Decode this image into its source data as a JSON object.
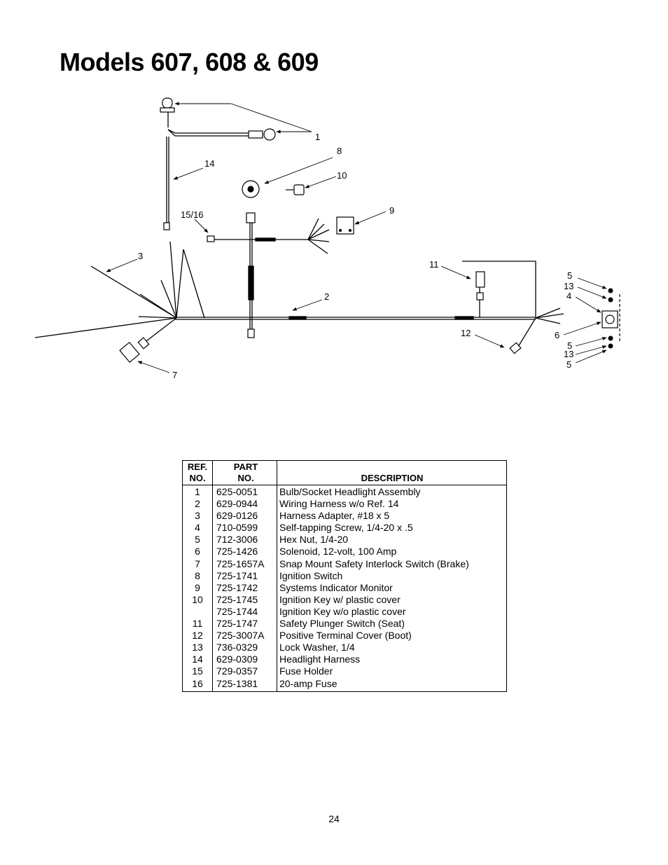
{
  "title": "Models 607, 608 & 609",
  "diagram": {
    "callouts": [
      "1",
      "8",
      "10",
      "14",
      "15/16",
      "9",
      "3",
      "11",
      "2",
      "5",
      "13",
      "4",
      "6",
      "12",
      "5",
      "13",
      "5",
      "7"
    ]
  },
  "table": {
    "headers": {
      "ref_line1": "REF.",
      "ref_line2": "NO.",
      "part_line1": "PART",
      "part_line2": "NO.",
      "description": "DESCRIPTION"
    },
    "rows": [
      {
        "ref": "1",
        "part": "625-0051",
        "description": "Bulb/Socket Headlight Assembly"
      },
      {
        "ref": "2",
        "part": "629-0944",
        "description": "Wiring Harness w/o Ref. 14"
      },
      {
        "ref": "3",
        "part": "629-0126",
        "description": "Harness Adapter, #18 x 5"
      },
      {
        "ref": "4",
        "part": "710-0599",
        "description": "Self-tapping Screw, 1/4-20 x .5"
      },
      {
        "ref": "5",
        "part": "712-3006",
        "description": "Hex Nut, 1/4-20"
      },
      {
        "ref": "6",
        "part": "725-1426",
        "description": "Solenoid, 12-volt, 100 Amp"
      },
      {
        "ref": "7",
        "part": "725-1657A",
        "description": "Snap Mount Safety Interlock Switch (Brake)"
      },
      {
        "ref": "8",
        "part": "725-1741",
        "description": "Ignition Switch"
      },
      {
        "ref": "9",
        "part": "725-1742",
        "description": "Systems Indicator Monitor"
      },
      {
        "ref": "10",
        "part": "725-1745",
        "description": "Ignition Key w/ plastic cover"
      },
      {
        "ref": "",
        "part": "725-1744",
        "description": "Ignition Key w/o plastic cover"
      },
      {
        "ref": "11",
        "part": "725-1747",
        "description": "Safety Plunger Switch (Seat)"
      },
      {
        "ref": "12",
        "part": "725-3007A",
        "description": "Positive Terminal Cover (Boot)"
      },
      {
        "ref": "13",
        "part": "736-0329",
        "description": "Lock Washer, 1/4"
      },
      {
        "ref": "14",
        "part": "629-0309",
        "description": "Headlight Harness"
      },
      {
        "ref": "15",
        "part": "729-0357",
        "description": "Fuse Holder"
      },
      {
        "ref": "16",
        "part": "725-1381",
        "description": "20-amp Fuse"
      }
    ]
  },
  "page_number": "24"
}
